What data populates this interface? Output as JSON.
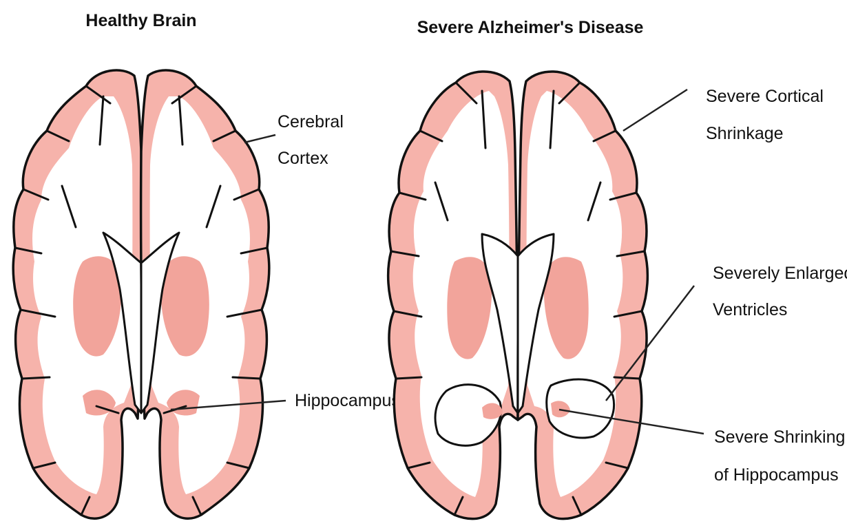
{
  "titles": {
    "healthy": "Healthy Brain",
    "alzheimers": "Severe Alzheimer's Disease"
  },
  "labels": {
    "cerebral_cortex": [
      "Cerebral",
      "Cortex"
    ],
    "hippocampus": "Hippocampus",
    "cortical_shrinkage": [
      "Severe Cortical",
      "Shrinkage"
    ],
    "enlarged_ventricles": [
      "Severely Enlarged",
      "Ventricles"
    ],
    "shrinking_hippocampus": [
      "Severe Shrinking",
      "of Hippocampus"
    ]
  },
  "colors": {
    "cortex_pink": "#f6b3ab",
    "deep_tissue_pink": "#f2a49b",
    "white_matter": "#ffffff",
    "outline": "#111111"
  }
}
